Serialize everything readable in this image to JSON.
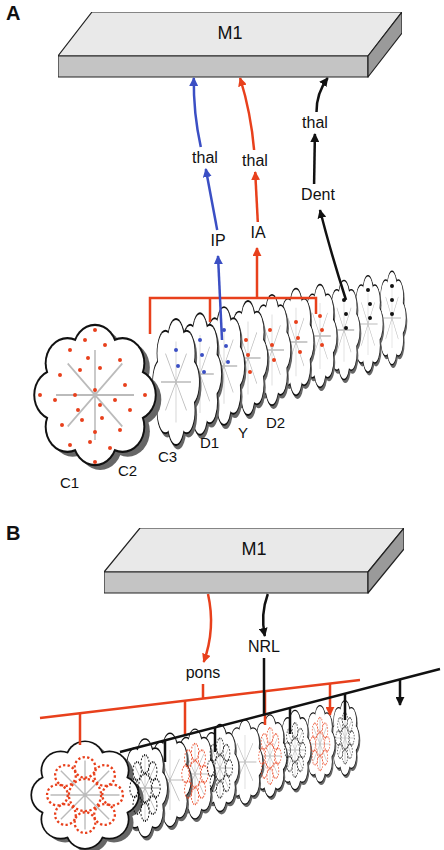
{
  "diagram": {
    "nodes": [
      {
        "text": [
          "M1"
        ]
      },
      {
        "text": [
          "thal"
        ]
      },
      {
        "text": [
          "thal"
        ]
      },
      {
        "text": [
          "thal"
        ]
      },
      {
        "text": [
          "IP"
        ]
      },
      {
        "text": [
          "IA"
        ]
      },
      {
        "text": [
          "Dent"
        ]
      },
      {
        "text": [
          "M1"
        ]
      },
      {
        "text": [
          "pons"
        ]
      },
      {
        "text": [
          "NRL"
        ]
      }
    ],
    "edges": [
      {
        "from": 4,
        "to": 1,
        "arrow": "to"
      },
      {
        "from": 1,
        "to": 0,
        "arrow": "to"
      },
      {
        "from": 5,
        "to": 2,
        "arrow": "to"
      },
      {
        "from": 2,
        "to": 0,
        "arrow": "to"
      },
      {
        "from": 6,
        "to": 3,
        "arrow": "to"
      },
      {
        "from": 3,
        "to": 0,
        "arrow": "to"
      },
      {
        "from": 7,
        "to": 8,
        "arrow": "to"
      },
      {
        "from": 7,
        "to": 9,
        "arrow": "to"
      }
    ],
    "labels": [
      "A",
      "C1",
      "C2",
      "C3",
      "D1",
      "Y",
      "D2",
      "B"
    ]
  }
}
